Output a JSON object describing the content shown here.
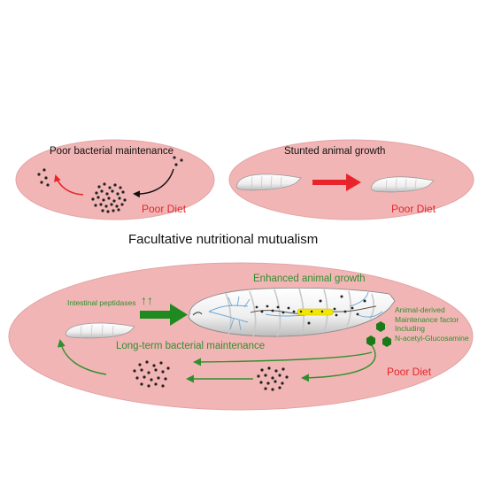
{
  "colors": {
    "panel_fill": "#f2b5b5",
    "panel_stroke": "#e3a3a3",
    "red_arrow": "#e8242a",
    "green": "#2f8f2f",
    "green_arrow": "#1f8a1f",
    "hexagon": "#1a7a1a",
    "larva": "#f1f1f1",
    "gut_yellow": "#f3e600",
    "nerve_blue": "#6aa7d8"
  },
  "panels": {
    "poor_maintenance": {
      "label": "Poor bacterial maintenance",
      "diet": "Poor Diet"
    },
    "stunted": {
      "label": "Stunted animal growth",
      "diet": "Poor Diet"
    },
    "mutualism": {
      "title": "Facultative nutritional mutualism",
      "growth": "Enhanced animal growth",
      "peptidases": "Intestinal peptidases",
      "peptidase_arrows": "↑↑",
      "long_term": "Long-term bacterial maintenance",
      "factor_lines": [
        "Animal-derived",
        "Maintenance factor",
        "Including",
        "N-acetyl-Glucosamine"
      ],
      "diet": "Poor Diet"
    }
  },
  "icons": [
    "larva-small-icon",
    "larva-large-icon",
    "bacteria-cluster-icon",
    "nag-hexagon-icon"
  ]
}
